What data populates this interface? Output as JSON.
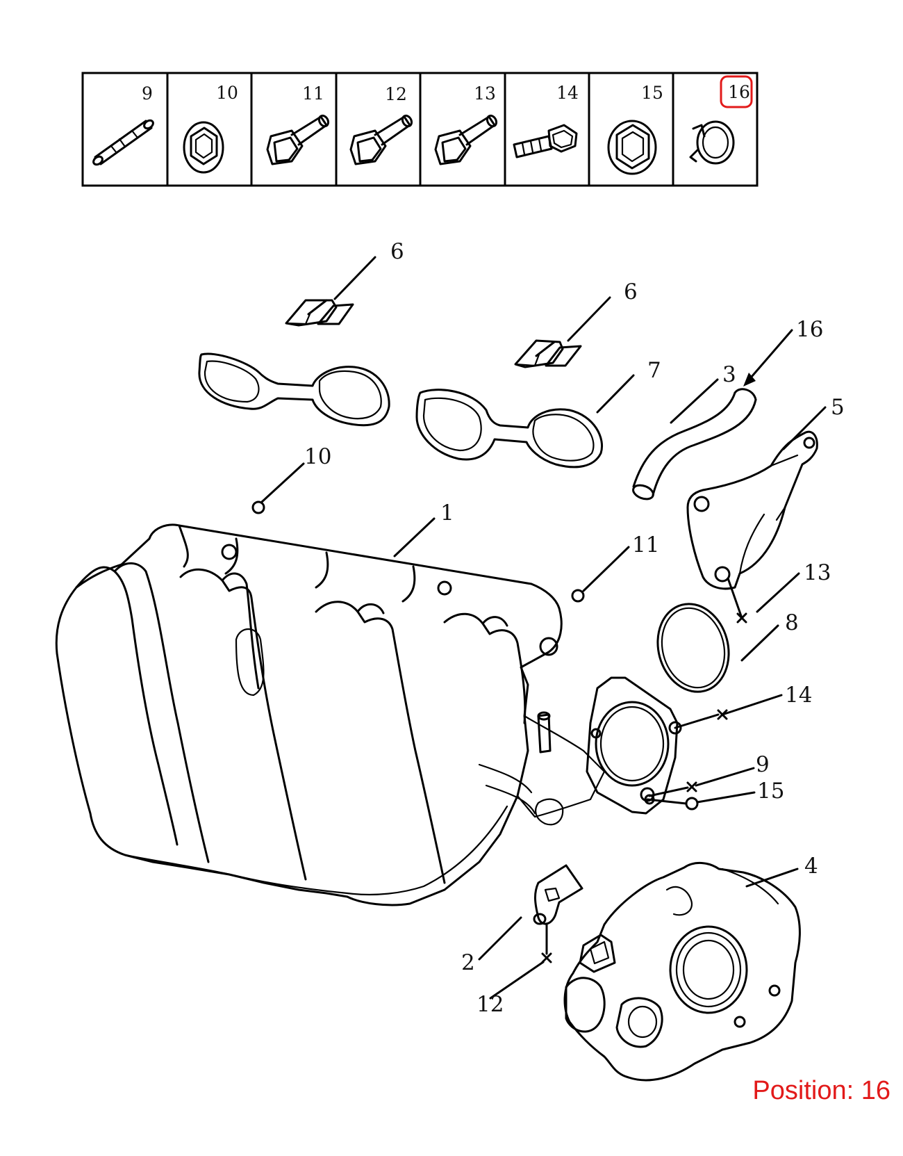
{
  "header_parts": [
    "9",
    "10",
    "11",
    "12",
    "13",
    "14",
    "15",
    "16"
  ],
  "selected_header": "16",
  "callouts": {
    "c1": "1",
    "c2": "2",
    "c3": "3",
    "c4": "4",
    "c5": "5",
    "c6a": "6",
    "c6b": "6",
    "c7": "7",
    "c8": "8",
    "c9": "9",
    "c10": "10",
    "c11": "11",
    "c12": "12",
    "c13": "13",
    "c14": "14",
    "c15": "15",
    "c16": "16"
  },
  "position_text": "Position: 16",
  "colors": {
    "highlight": "#e21a1a",
    "lines": "#000000"
  }
}
